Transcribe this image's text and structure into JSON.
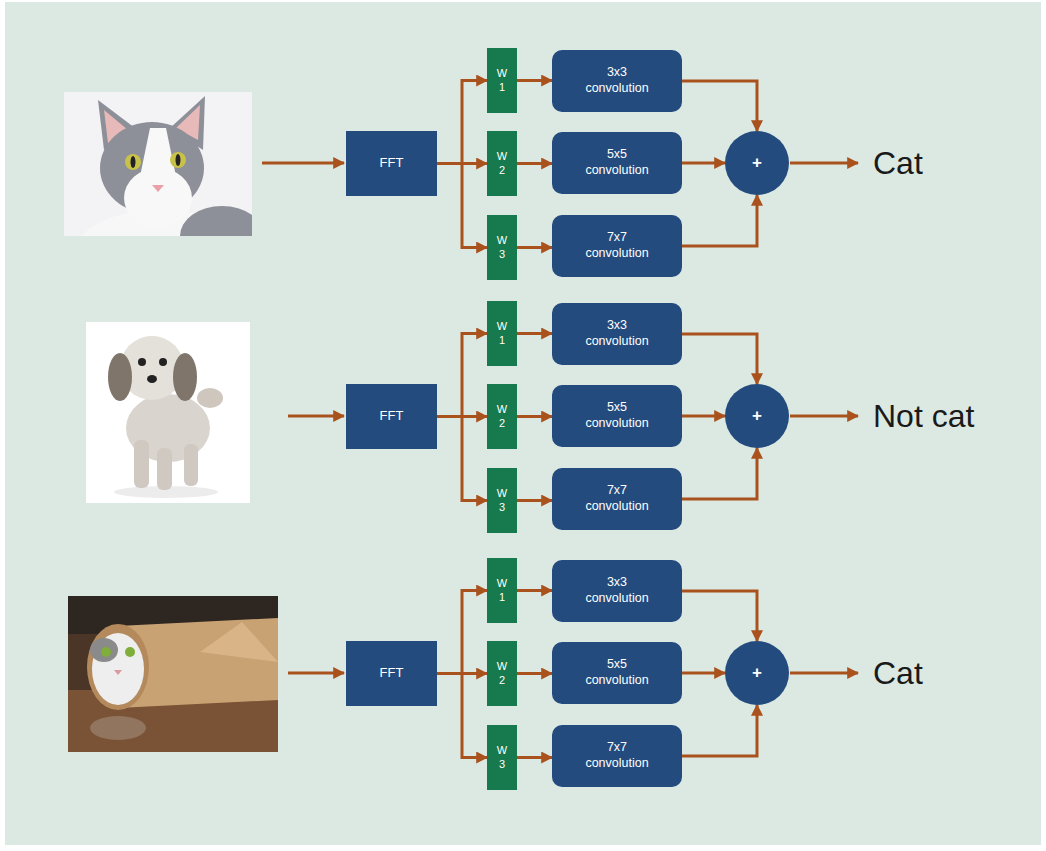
{
  "diagram": {
    "nodes": [
      {
        "text": [
          "FFT"
        ]
      },
      {
        "text": [
          "W 1"
        ]
      },
      {
        "text": [
          "W 2"
        ]
      },
      {
        "text": [
          "W 3"
        ]
      },
      {
        "text": [
          "3x3 convolution"
        ]
      },
      {
        "text": [
          "5x5 convolution"
        ]
      },
      {
        "text": [
          "7x7 convolution"
        ]
      },
      {
        "text": [
          "+"
        ]
      },
      {
        "text": [
          "FFT"
        ]
      },
      {
        "text": [
          "W 1"
        ]
      },
      {
        "text": [
          "W 2"
        ]
      },
      {
        "text": [
          "W 3"
        ]
      },
      {
        "text": [
          "3x3 convolution"
        ]
      },
      {
        "text": [
          "5x5 convolution"
        ]
      },
      {
        "text": [
          "7x7 convolution"
        ]
      },
      {
        "text": [
          "+"
        ]
      },
      {
        "text": [
          "FFT"
        ]
      },
      {
        "text": [
          "W 1"
        ]
      },
      {
        "text": [
          "W 2"
        ]
      },
      {
        "text": [
          "W 3"
        ]
      },
      {
        "text": [
          "3x3 convolution"
        ]
      },
      {
        "text": [
          "5x5 convolution"
        ]
      },
      {
        "text": [
          "7x7 convolution"
        ]
      },
      {
        "text": [
          "+"
        ]
      }
    ],
    "edges": [
      {
        "from": 0,
        "to": 1,
        "arrow": "to"
      },
      {
        "from": 0,
        "to": 2,
        "arrow": "to"
      },
      {
        "from": 0,
        "to": 3,
        "arrow": "to"
      },
      {
        "from": 1,
        "to": 4,
        "arrow": "to"
      },
      {
        "from": 2,
        "to": 5,
        "arrow": "to"
      },
      {
        "from": 3,
        "to": 6,
        "arrow": "to"
      },
      {
        "from": 4,
        "to": 7,
        "arrow": "to"
      },
      {
        "from": 5,
        "to": 7,
        "arrow": "to"
      },
      {
        "from": 6,
        "to": 7,
        "arrow": "to"
      },
      {
        "from": 8,
        "to": 9,
        "arrow": "to"
      },
      {
        "from": 8,
        "to": 10,
        "arrow": "to"
      },
      {
        "from": 8,
        "to": 11,
        "arrow": "to"
      },
      {
        "from": 9,
        "to": 12,
        "arrow": "to"
      },
      {
        "from": 10,
        "to": 13,
        "arrow": "to"
      },
      {
        "from": 11,
        "to": 14,
        "arrow": "to"
      },
      {
        "from": 12,
        "to": 15,
        "arrow": "to"
      },
      {
        "from": 13,
        "to": 15,
        "arrow": "to"
      },
      {
        "from": 14,
        "to": 15,
        "arrow": "to"
      },
      {
        "from": 16,
        "to": 17,
        "arrow": "to"
      },
      {
        "from": 16,
        "to": 18,
        "arrow": "to"
      },
      {
        "from": 16,
        "to": 19,
        "arrow": "to"
      },
      {
        "from": 17,
        "to": 20,
        "arrow": "to"
      },
      {
        "from": 18,
        "to": 21,
        "arrow": "to"
      },
      {
        "from": 19,
        "to": 22,
        "arrow": "to"
      },
      {
        "from": 20,
        "to": 23,
        "arrow": "to"
      },
      {
        "from": 21,
        "to": 23,
        "arrow": "to"
      },
      {
        "from": 22,
        "to": 23,
        "arrow": "to"
      }
    ],
    "labels": [
      "Cat",
      "Not cat",
      "Cat"
    ]
  }
}
